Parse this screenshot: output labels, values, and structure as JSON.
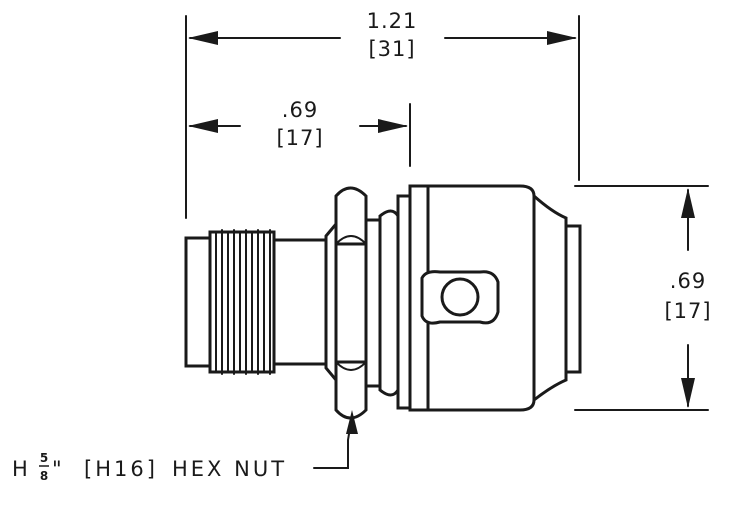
{
  "dimensions": {
    "overall_length": {
      "inch": "1.21",
      "mm": "[31]"
    },
    "flange_offset": {
      "inch": ".69",
      "mm": "[17]"
    },
    "body_height": {
      "inch": ".69",
      "mm": "[17]"
    }
  },
  "callout": {
    "prefix": "H",
    "frac_num": "5",
    "frac_den": "8",
    "inch_mark": "\"",
    "metric": "[H16]",
    "description": "HEX NUT"
  }
}
